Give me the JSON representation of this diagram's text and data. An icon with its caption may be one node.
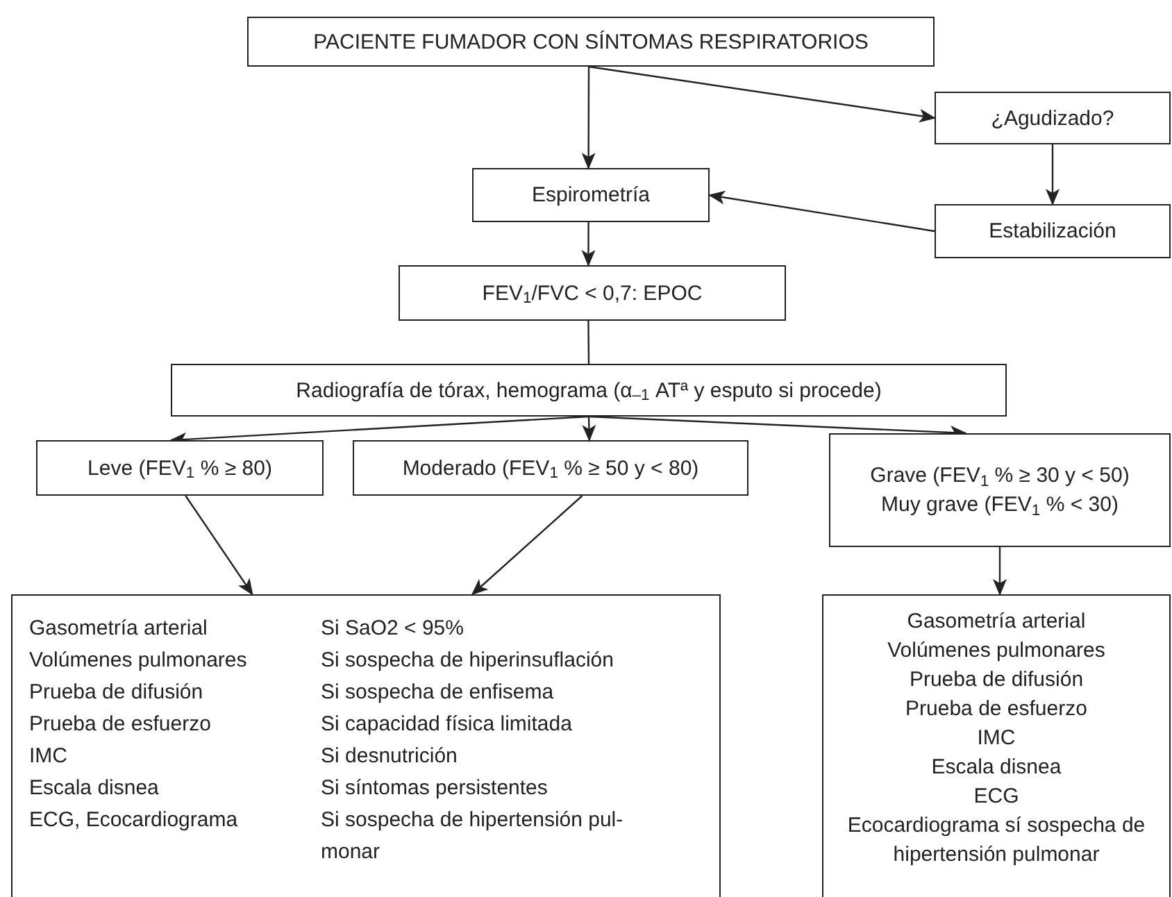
{
  "diagram": {
    "nodes": [
      {
        "text": [
          "PACIENTE FUMADOR CON SÍNTOMAS RESPIRATORIOS"
        ]
      },
      {
        "text": [
          "¿Agudizado?"
        ]
      },
      {
        "text": [
          "Espirometría"
        ]
      },
      {
        "text": [
          "Estabilización"
        ]
      },
      {
        "text": [
          "FEV$_{1}$/FVC < 0,7: EPOC"
        ]
      },
      {
        "text": [
          "Radiografía de tórax, hemograma (α$_{–1}$ ATª y esputo si procede)"
        ]
      },
      {
        "text": [
          "Leve (FEV$_{1}$ % ≥ 80)"
        ]
      },
      {
        "text": [
          "Moderado (FEV$_{1}$ % ≥ 50 y < 80)"
        ]
      },
      {
        "text": [
          "Grave (FEV$_{1}$ % ≥ 30 y < 50)",
          "Muy grave (FEV$_{1}$ % < 30)"
        ]
      },
      {
        "text": [
          "Gasometría arterial",
          "Si SaO2 < 95%",
          "Volúmenes pulmonares",
          "Si sospecha de hiperinsuflación",
          "Prueba de difusión",
          "Si sospecha de enfisema",
          "Prueba de esfuerzo",
          "Si capacidad física limitada",
          "IMC",
          "Si desnutrición",
          "Escala disnea",
          "Si síntomas persistentes",
          "ECG, Ecocardiograma",
          "Si sospecha de hipertensión pul-monar"
        ]
      },
      {
        "text": [
          "Gasometría arterial",
          "Volúmenes pulmonares",
          "Prueba de difusión",
          "Prueba de esfuerzo",
          "IMC",
          "Escala disnea",
          "ECG",
          "Ecocardiograma sí sospecha de hipertensión pulmonar"
        ]
      }
    ],
    "edges": [
      {
        "from": 0,
        "to": 2,
        "arrow": "to"
      },
      {
        "from": 0,
        "to": 1,
        "arrow": "to"
      },
      {
        "from": 1,
        "to": 3,
        "arrow": "to"
      },
      {
        "from": 3,
        "to": 2,
        "arrow": "to"
      },
      {
        "from": 2,
        "to": 4,
        "arrow": "to"
      },
      {
        "from": 4,
        "to": 5,
        "arrow": "none"
      },
      {
        "from": 5,
        "to": 6,
        "arrow": "to"
      },
      {
        "from": 5,
        "to": 7,
        "arrow": "to"
      },
      {
        "from": 5,
        "to": 8,
        "arrow": "to"
      },
      {
        "from": 6,
        "to": 9,
        "arrow": "to"
      },
      {
        "from": 7,
        "to": 9,
        "arrow": "to"
      },
      {
        "from": 8,
        "to": 10,
        "arrow": "to"
      }
    ]
  }
}
